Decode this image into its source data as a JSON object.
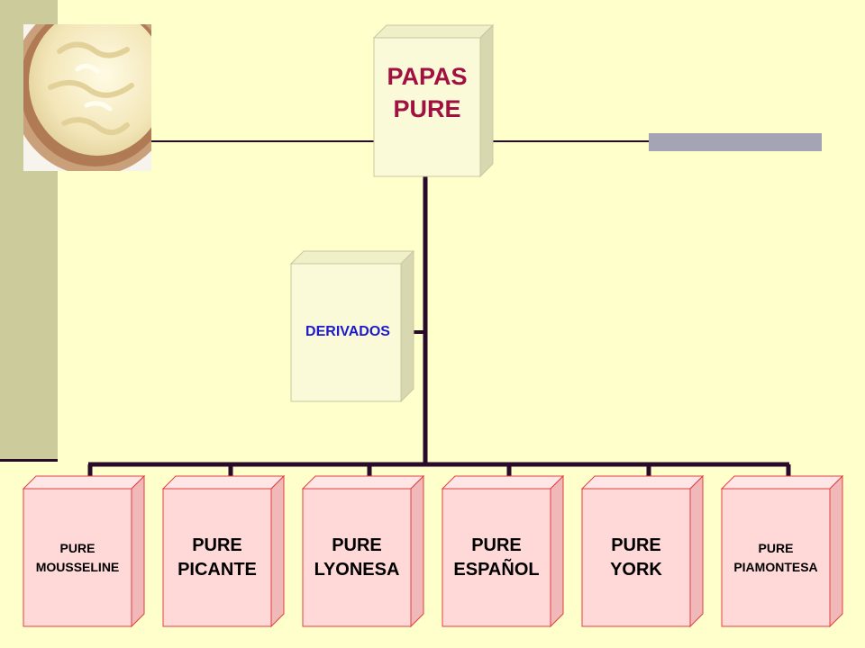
{
  "colors": {
    "background": "#ffffcc",
    "sidebar": "#cbcb9b",
    "line": "#2a0a2a",
    "main_text": "#a01040",
    "derivados_text": "#1a1acc",
    "child_fill": "#ffd8d8",
    "child_border": "#e04040"
  },
  "photo": {
    "icon": "mashed-potatoes-photo"
  },
  "main_node": {
    "label": "PAPAS\nPURE"
  },
  "derivados": {
    "label": "DERIVADOS"
  },
  "children": [
    {
      "label": "PURE\nMOUSSELINE",
      "size": "small"
    },
    {
      "label": "PURE\nPICANTE",
      "size": "large"
    },
    {
      "label": "PURE\nLYONESA",
      "size": "large"
    },
    {
      "label": "PURE\nESPAÑOL",
      "size": "large"
    },
    {
      "label": "PURE\nYORK",
      "size": "large"
    },
    {
      "label": "PURE\nPIAMONTESA",
      "size": "small"
    }
  ]
}
